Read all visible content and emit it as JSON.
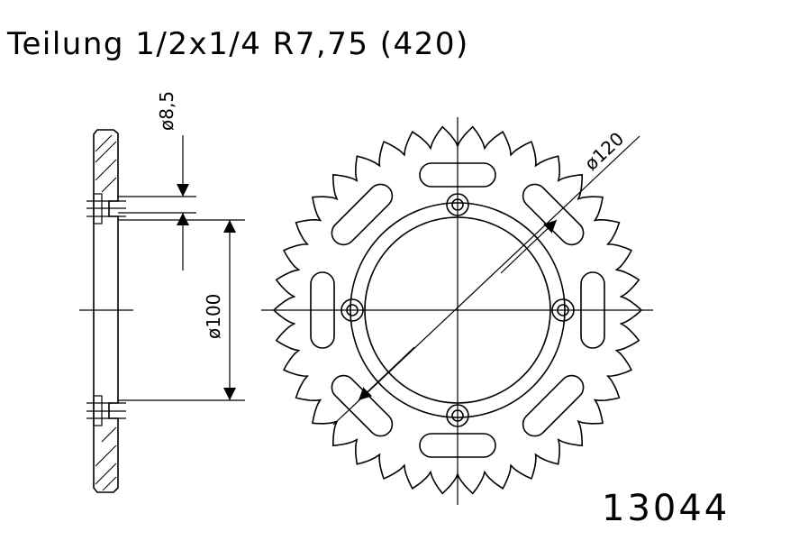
{
  "header": {
    "title": "Teilung 1/2x1/4 R7,75 (420)"
  },
  "dimensions": {
    "bolt_hole": "ø8,5",
    "bolt_circle": "ø100",
    "outer_diameter": "ø120"
  },
  "part_number": "13044",
  "sprocket": {
    "teeth": 38,
    "bolt_holes": 4,
    "lightening_slots": 8
  },
  "colors": {
    "ink": "#000000",
    "paper": "#ffffff"
  }
}
